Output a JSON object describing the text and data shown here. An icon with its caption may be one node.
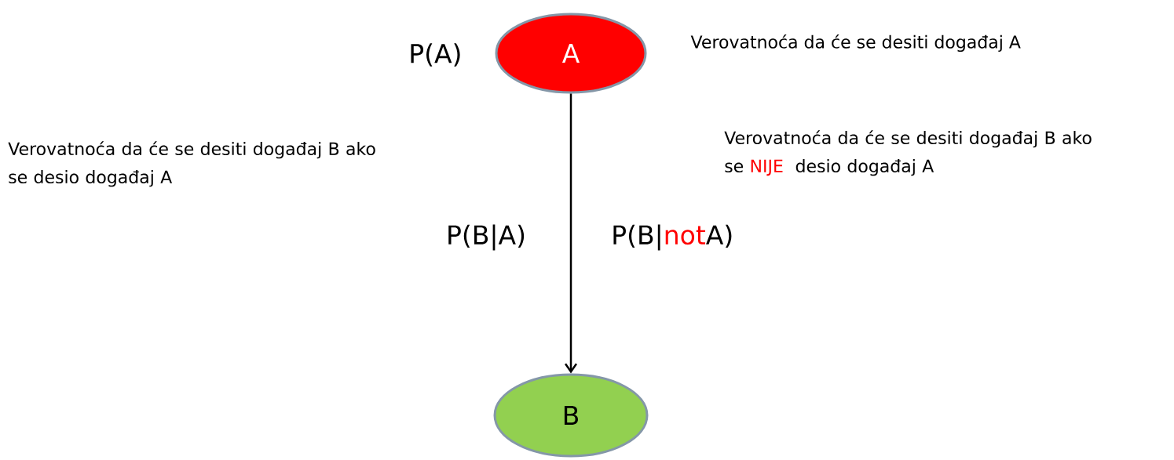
{
  "diagram": {
    "nodes": [
      {
        "text": [
          "A"
        ],
        "beside": [
          "P(A)"
        ]
      },
      {
        "text": [
          "B"
        ]
      }
    ],
    "edges": [
      {
        "from": 0,
        "to": 1,
        "arrow": "to"
      }
    ],
    "labels": [
      "Verovatnoća da će se desiti događaj A",
      "Verovatnoća da će se desiti događaj B ako se desio događaj A",
      "P(B|A)",
      "P(B|",
      "not",
      "A)",
      "Verovatnoća da će se desiti događaj B ako se",
      "NIJE",
      "desio događaj A"
    ]
  }
}
